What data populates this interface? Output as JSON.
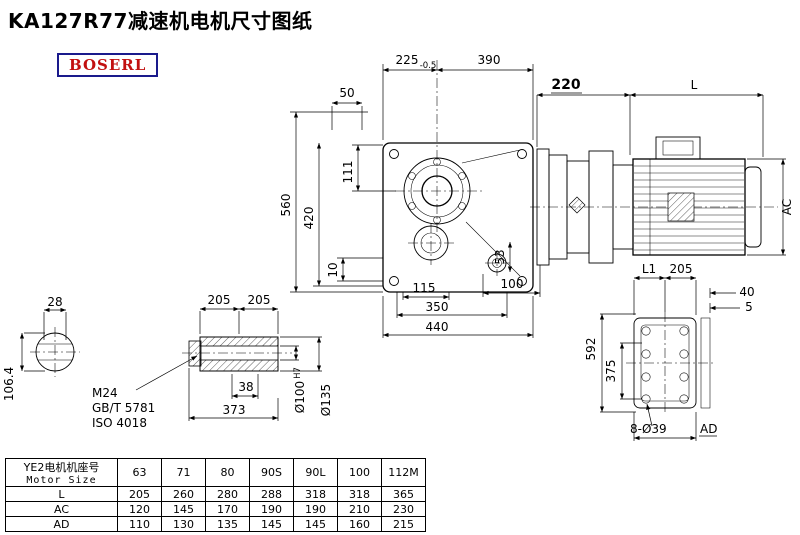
{
  "title": "KA127R77减速机电机尺寸图纸",
  "logo": "BOSERL",
  "dims": {
    "w225": "225",
    "w225_tol": "-0.5",
    "w390": "390",
    "w50": "50",
    "w220": "220",
    "wL": "L",
    "h560": "560",
    "h420": "420",
    "h111": "111",
    "h10": "10",
    "hAC": "AC",
    "w115": "115",
    "w100": "100",
    "w350": "350",
    "w440": "440",
    "h53": "53",
    "w28": "28",
    "h106": "106.4",
    "w205a": "205",
    "w205b": "205",
    "thread": "M24",
    "std1": "GB/T 5781",
    "std2": "ISO 4018",
    "w38": "38",
    "w373": "373",
    "d100": "Ø100",
    "d100_fit": "H7",
    "d135": "Ø135",
    "wL1": "L1",
    "w205c": "205",
    "w40": "40",
    "w5": "5",
    "h592": "592",
    "h375": "375",
    "holes": "8-Ø39",
    "wAD": "AD"
  },
  "table": {
    "header_cn": "YE2电机机座号",
    "header_en": "Motor Size",
    "sizes": [
      "63",
      "71",
      "80",
      "90S",
      "90L",
      "100",
      "112M"
    ],
    "rows": [
      {
        "label": "L",
        "values": [
          "205",
          "260",
          "280",
          "288",
          "318",
          "318",
          "365"
        ]
      },
      {
        "label": "AC",
        "values": [
          "120",
          "145",
          "170",
          "190",
          "190",
          "210",
          "230"
        ]
      },
      {
        "label": "AD",
        "values": [
          "110",
          "130",
          "135",
          "145",
          "145",
          "160",
          "215"
        ]
      }
    ]
  }
}
